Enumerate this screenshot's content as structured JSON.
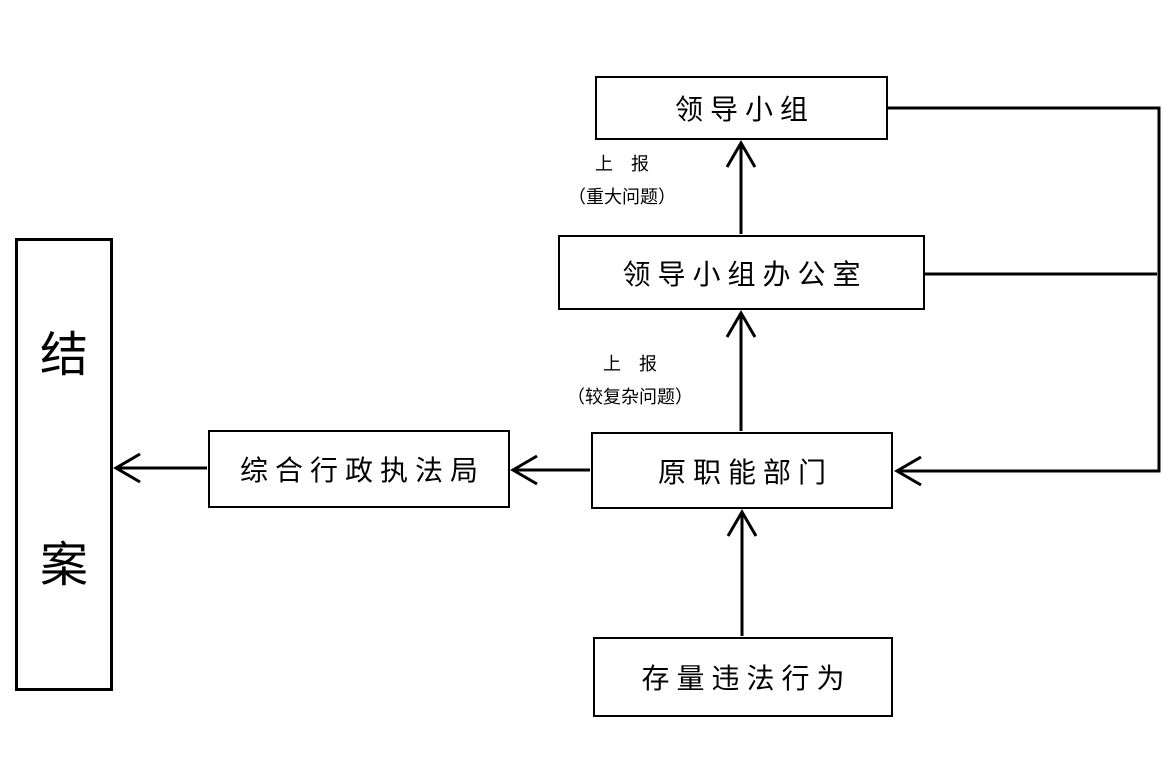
{
  "background_color": "#ffffff",
  "line_color": "#000000",
  "nodes": {
    "leading_group": "领导小组",
    "leading_group_office": "领导小组办公室",
    "original_department": "原职能部门",
    "enforcement_bureau": "综合行政执法局",
    "stock_violations": "存量违法行为",
    "case_closure": {
      "char_top": "结",
      "char_bottom": "案"
    }
  },
  "labels": {
    "report_major": {
      "line1": "上　报",
      "line2": "（重大问题）"
    },
    "report_complex": {
      "line1": "上　报",
      "line2": "（较复杂问题）"
    }
  }
}
